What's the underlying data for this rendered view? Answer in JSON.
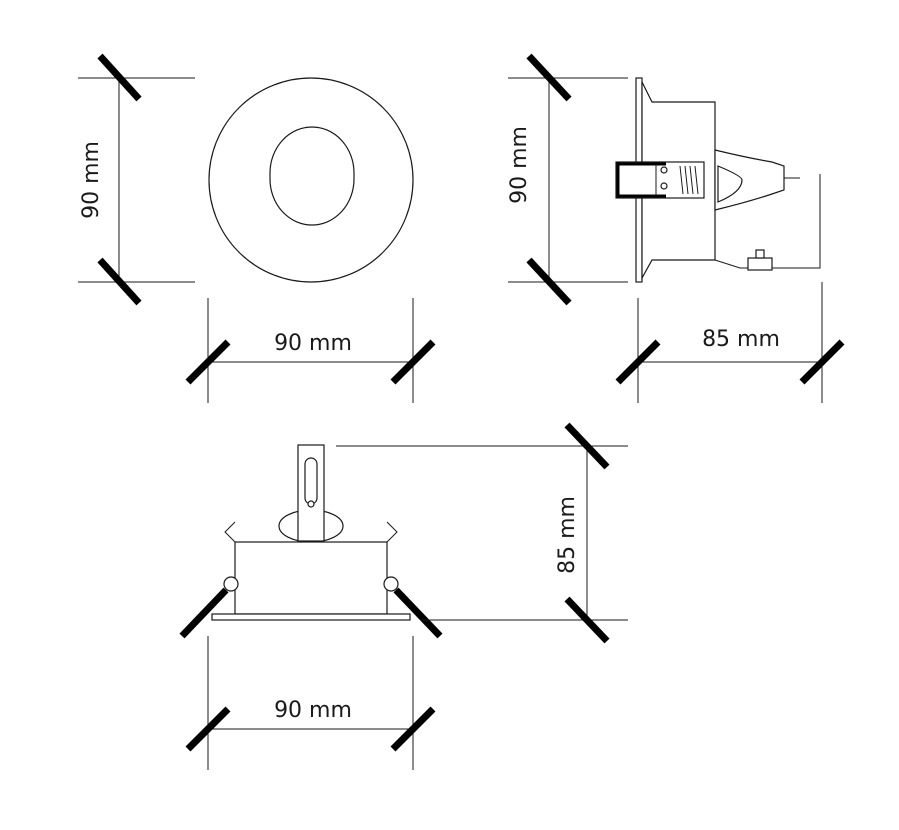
{
  "views": {
    "front": {
      "height_label": "90 mm",
      "width_label": "90 mm"
    },
    "side": {
      "height_label": "90 mm",
      "depth_label": "85 mm"
    },
    "bottom": {
      "height_label": "85 mm",
      "width_label": "90 mm"
    }
  },
  "colors": {
    "line": "#1a1a1a",
    "tick": "#000000",
    "background": "#ffffff"
  }
}
